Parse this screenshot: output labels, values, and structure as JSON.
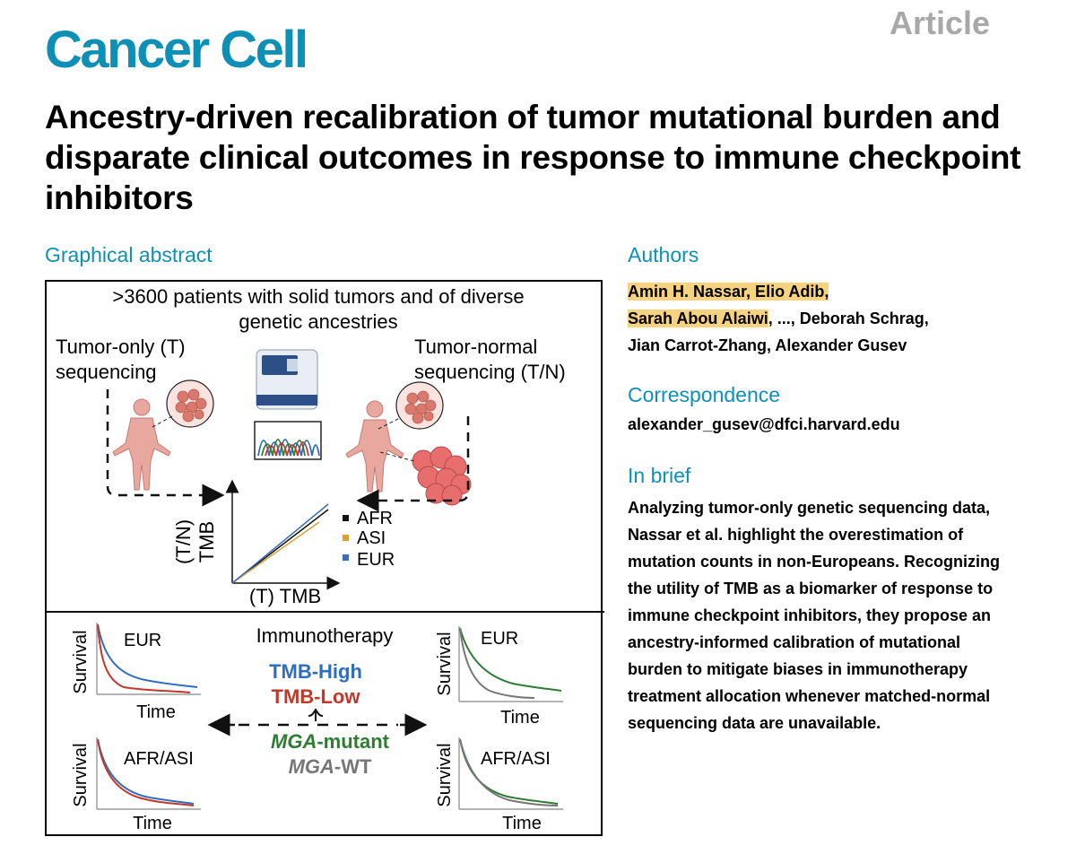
{
  "header": {
    "journal": "Cancer Cell",
    "article_type": "Article",
    "title": "Ancestry-driven recalibration of tumor mutational burden and disparate clinical outcomes in response to immune checkpoint inhibitors"
  },
  "graphical_abstract": {
    "heading": "Graphical abstract",
    "cohort_line1": ">3600 patients with  solid tumors and of diverse",
    "cohort_line2": "genetic ancestries",
    "to_label_line1": "Tumor-only (T)",
    "to_label_line2": "sequencing",
    "tn_label_line1": "Tumor-normal",
    "tn_label_line2": "sequencing (T/N)",
    "plot_ylabel_1": "(T/N)",
    "plot_ylabel_2": "TMB",
    "plot_xlabel": "(T) TMB",
    "legend": [
      {
        "label": "AFR",
        "color": "#111111"
      },
      {
        "label": "ASI",
        "color": "#d9a03a"
      },
      {
        "label": "EUR",
        "color": "#3d6db5"
      }
    ],
    "immunotherapy_label": "Immunotherapy",
    "tmb_high": "TMB-High",
    "tmb_low": "TMB-Low",
    "mga_mutant_italic": "MGA",
    "mga_mutant_rest": "-mutant",
    "mga_wt_italic": "MGA",
    "mga_wt_rest": "-WT",
    "km_axis_y": "Survival",
    "km_axis_x": "Time",
    "km_panels": [
      "EUR",
      "AFR/ASI",
      "EUR",
      "AFR/ASI"
    ],
    "colors": {
      "tmb_high": "#2f6dbf",
      "tmb_low": "#c0392b",
      "mga_mutant": "#2e7d32",
      "mga_wt": "#777777"
    }
  },
  "authors": {
    "heading": "Authors",
    "hl1": "Amin H. Nassar, Elio Adib,",
    "hl2": "Sarah Abou Alaiwi",
    "rest2": ", ..., Deborah Schrag,",
    "line3": "Jian Carrot-Zhang, Alexander Gusev"
  },
  "correspondence": {
    "heading": "Correspondence",
    "email": "alexander_gusev@dfci.harvard.edu"
  },
  "in_brief": {
    "heading": "In brief",
    "text": "Analyzing tumor-only genetic sequencing data, Nassar et al. highlight the overestimation of mutation counts in non-Europeans. Recognizing the utility of TMB as a biomarker of response to immune checkpoint inhibitors, they propose an ancestry-informed calibration of mutational burden to mitigate biases in immunotherapy treatment allocation whenever matched-normal sequencing data are unavailable."
  }
}
